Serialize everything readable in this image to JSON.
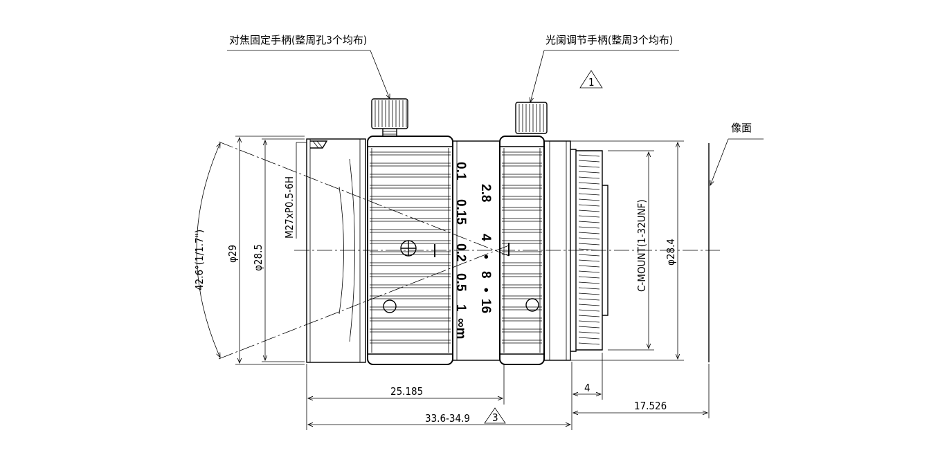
{
  "callouts": {
    "focus_handle": "对焦固定手柄(整周孔3个均布)",
    "iris_handle": "光阑调节手柄(整周3个均布)",
    "image_plane": "像面"
  },
  "dimensions": {
    "filter_thread": "M27xP0.5-6H",
    "field_angle": "42.6°(1/1.7\")",
    "dia_29": "φ29",
    "dia_28_5": "φ28.5",
    "mount_thread": "C-MOUNT(1-32UNF)",
    "dia_28_4": "φ28.4",
    "len_25_185": "25.185",
    "len_4": "4",
    "len_17_526": "17.526",
    "len_total": "33.6-34.9"
  },
  "revision_marks": {
    "mark_1": "1",
    "mark_3": "3"
  },
  "focus_scale": [
    "0.1",
    "0.15",
    "0.2",
    "0.5",
    "1",
    "∞m"
  ],
  "aperture_scale": [
    "2.8",
    "4",
    "•",
    "8",
    "•",
    "16"
  ]
}
